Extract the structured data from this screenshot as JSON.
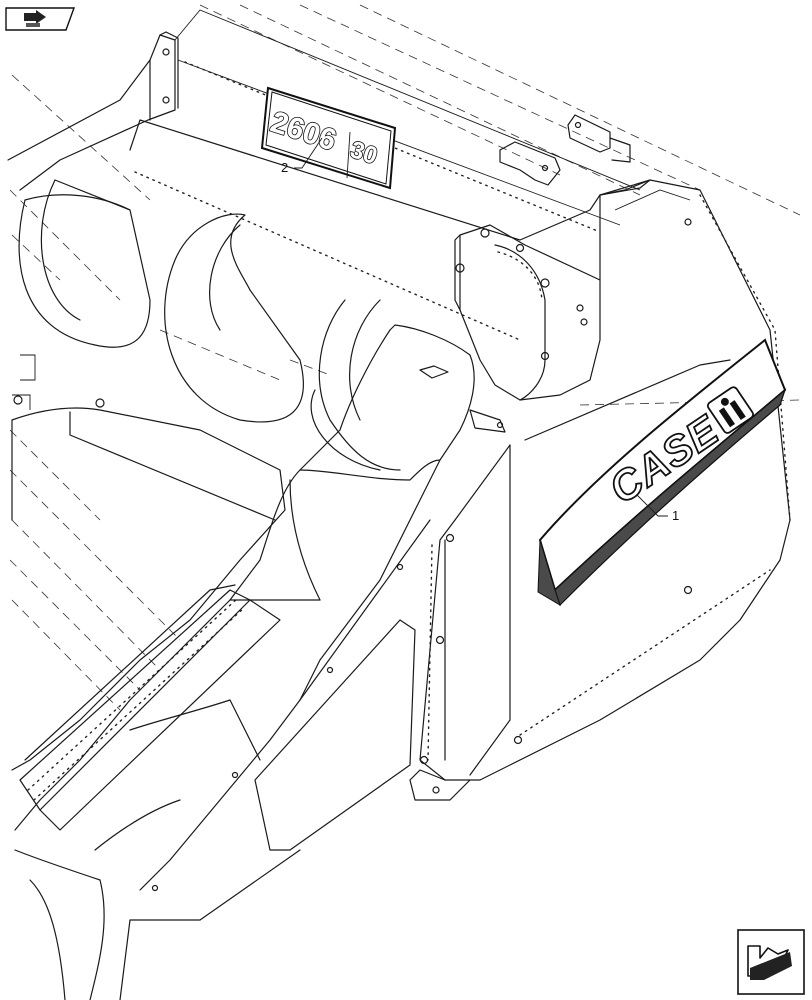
{
  "callouts": [
    {
      "number": "1"
    },
    {
      "number": "2"
    }
  ],
  "decals": {
    "model_main": "2606",
    "model_sub": "30",
    "brand": "CASE",
    "brand_emblem": "IH"
  },
  "icons": {
    "top_left": "book-arrow-icon",
    "bottom_right": "next-page-arrow-icon"
  }
}
